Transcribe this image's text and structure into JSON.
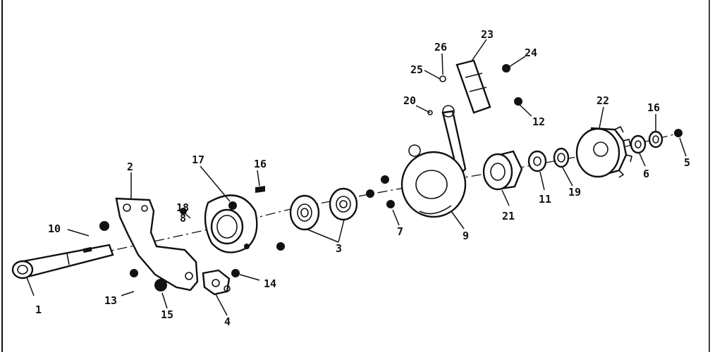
{
  "diagram": {
    "callouts": [
      {
        "id": "c1",
        "label": "1"
      },
      {
        "id": "c2",
        "label": "2"
      },
      {
        "id": "c3",
        "label": "3"
      },
      {
        "id": "c4",
        "label": "4"
      },
      {
        "id": "c5",
        "label": "5"
      },
      {
        "id": "c6",
        "label": "6"
      },
      {
        "id": "c7",
        "label": "7"
      },
      {
        "id": "c8",
        "label": "8"
      },
      {
        "id": "c9",
        "label": "9"
      },
      {
        "id": "c10",
        "label": "10"
      },
      {
        "id": "c11",
        "label": "11"
      },
      {
        "id": "c12",
        "label": "12"
      },
      {
        "id": "c13",
        "label": "13"
      },
      {
        "id": "c14",
        "label": "14"
      },
      {
        "id": "c15",
        "label": "15"
      },
      {
        "id": "c16a",
        "label": "16"
      },
      {
        "id": "c16b",
        "label": "16"
      },
      {
        "id": "c17",
        "label": "17"
      },
      {
        "id": "c18",
        "label": "18"
      },
      {
        "id": "c19",
        "label": "19"
      },
      {
        "id": "c20",
        "label": "20"
      },
      {
        "id": "c21",
        "label": "21"
      },
      {
        "id": "c22",
        "label": "22"
      },
      {
        "id": "c23",
        "label": "23"
      },
      {
        "id": "c24",
        "label": "24"
      },
      {
        "id": "c25",
        "label": "25"
      },
      {
        "id": "c26",
        "label": "26"
      }
    ]
  }
}
